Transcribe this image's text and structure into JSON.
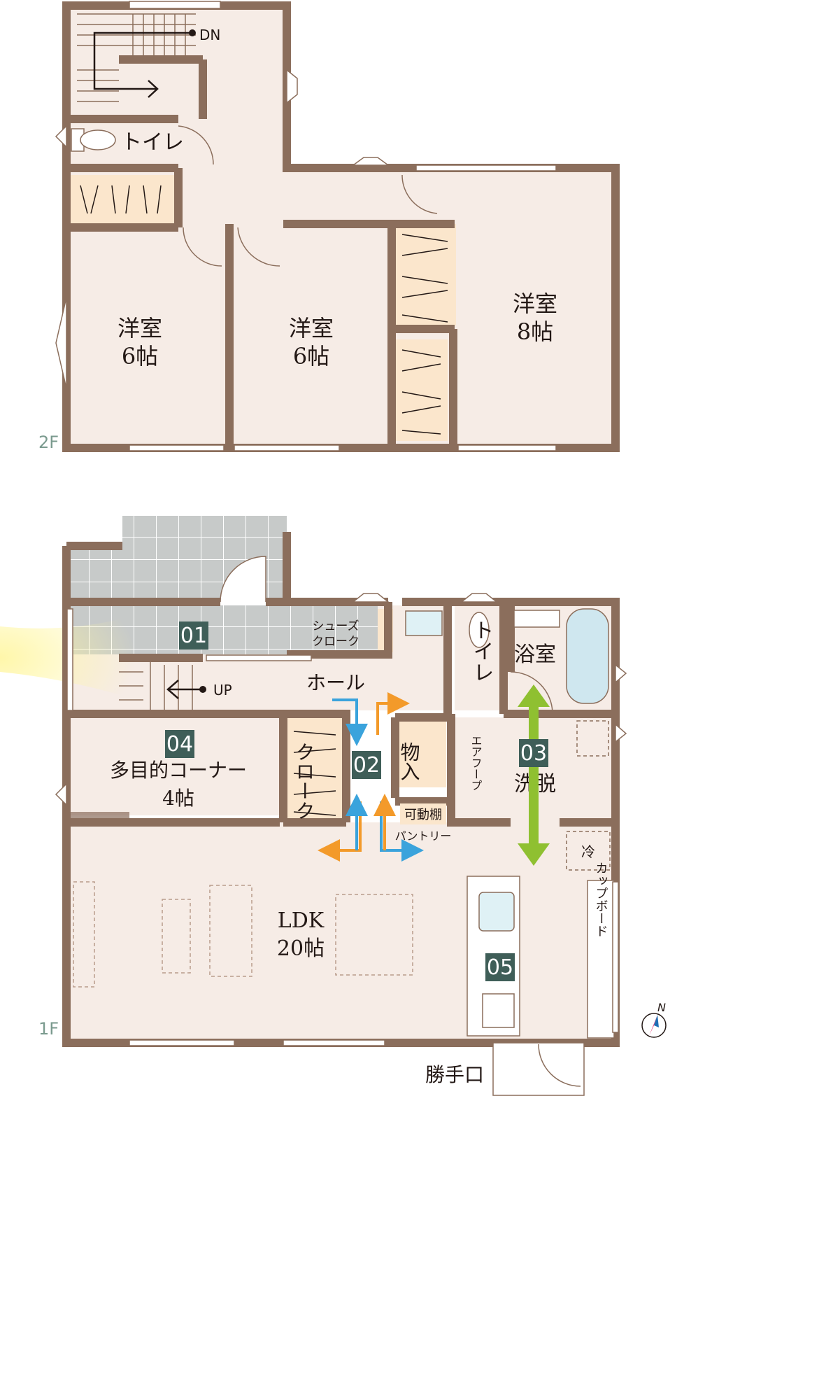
{
  "floor2": {
    "label": "2F",
    "stairs_dn": "DN",
    "toilet": "トイレ",
    "room_west": {
      "name": "洋室",
      "size": "6帖"
    },
    "room_center": {
      "name": "洋室",
      "size": "6帖"
    },
    "room_east": {
      "name": "洋室",
      "size": "8帖"
    }
  },
  "floor1": {
    "label": "1F",
    "stairs_up": "UP",
    "shoe_cloak": [
      "シューズ",
      "クローク"
    ],
    "hall": "ホール",
    "toilet": "トイレ",
    "bath": "浴室",
    "washroom": "洗脱",
    "air_hook": "エアフープ",
    "multi_corner": {
      "name": "多目的コーナー",
      "size": "4帖"
    },
    "cloak": "クローク",
    "storage": "物入",
    "shelf": "可動棚",
    "pantry": "パントリー",
    "fridge": "冷",
    "ldk": {
      "name": "LDK",
      "size": "20帖"
    },
    "cupboard": "カップボード",
    "back_door": "勝手口"
  },
  "markers": [
    "01",
    "02",
    "03",
    "04",
    "05"
  ],
  "compass": "N",
  "colors": {
    "wall": "#8b6e5c",
    "floor": "#f5ebe4",
    "tile": "#c9cccb",
    "marker": "#3f5e58",
    "closet": "#fbe6cc",
    "arrow_blue": "#3aa3dc",
    "arrow_orange": "#f39a2a",
    "arrow_green": "#8fc031"
  }
}
